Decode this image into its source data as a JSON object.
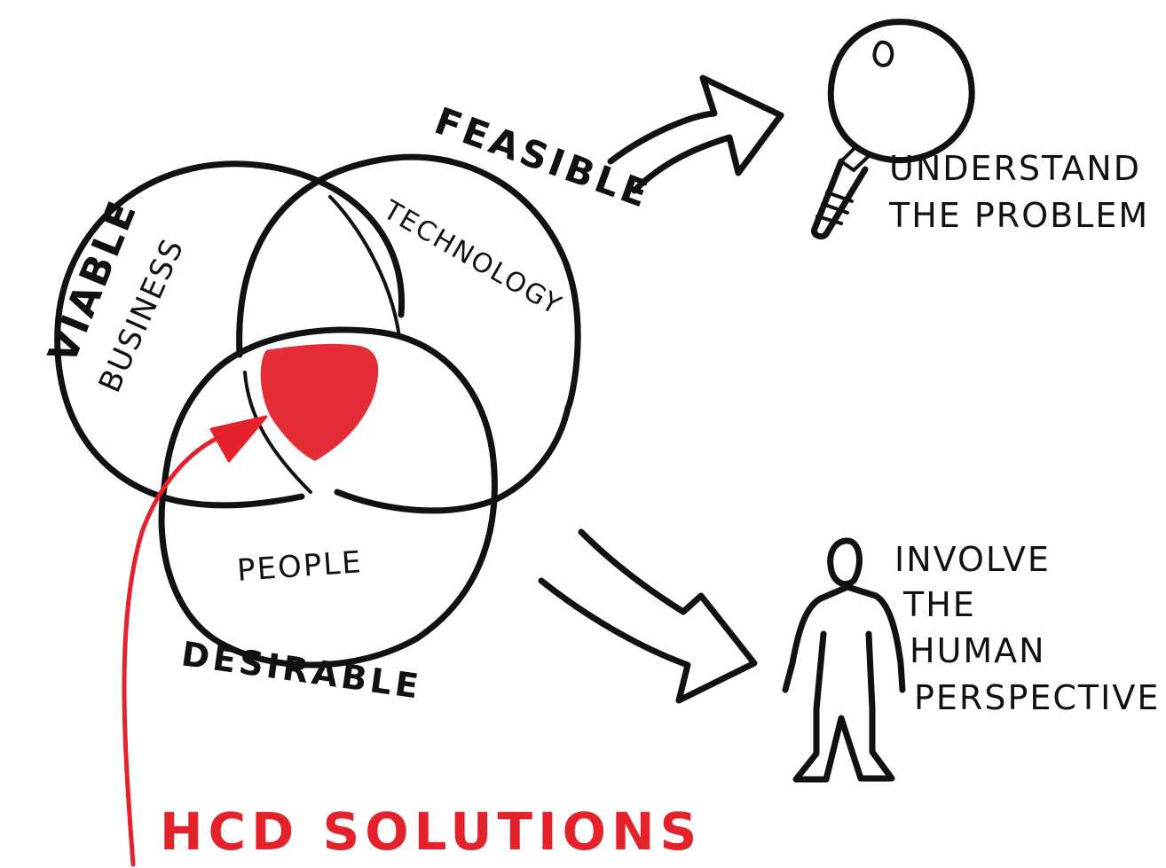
{
  "venn": {
    "viable": "VIABLE",
    "feasible": "FEASIBLE",
    "desirable": "DESIRABLE",
    "business": "BUSINESS",
    "technology": "TECHNOLOGY",
    "people": "PEOPLE"
  },
  "callouts": {
    "understand_line1": "UNDERSTAND",
    "understand_line2": "THE PROBLEM",
    "involve_line1": "INVOLVE",
    "involve_line2": "THE",
    "involve_line3": "HUMAN",
    "involve_line4": "PERSPECTIVE"
  },
  "solutions": {
    "label": "HCD SOLUTIONS"
  },
  "icons": {
    "magnifier": "magnifying-glass-icon",
    "person": "person-icon"
  },
  "colors": {
    "ink": "#111111",
    "accent_red": "#e3222c"
  }
}
